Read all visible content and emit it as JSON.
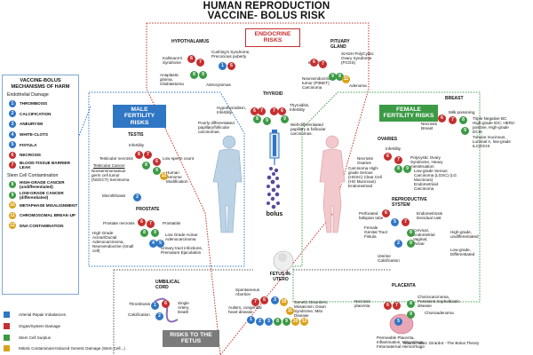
{
  "title_line1": "HUMAN REPRODUCTION",
  "title_line2": "VACCINE- BOLUS RISK",
  "colors": {
    "blue": "#2f76c4",
    "red": "#c4302f",
    "green": "#3c9a45",
    "gray": "#7b7b7b",
    "yellow": "#d9a21b",
    "orange": "#e2773a"
  },
  "legend": {
    "title": "VACCINE-BOLUS MECHANISMS OF HARM",
    "endothelial": "Endothelial Damage",
    "stem": "Stem Cell Contamination",
    "items": [
      {
        "n": "1",
        "label": "THROMBOSIS",
        "color": "blue"
      },
      {
        "n": "2",
        "label": "CALCIFICATION",
        "color": "blue"
      },
      {
        "n": "3",
        "label": "ANEURYSM",
        "color": "blue"
      },
      {
        "n": "4",
        "label": "WHITE-CLOTS",
        "color": "blue"
      },
      {
        "n": "5",
        "label": "FISTULA",
        "color": "blue"
      },
      {
        "n": "6",
        "label": "NECROSIS",
        "color": "red"
      },
      {
        "n": "7",
        "label": "BLOOD-TISSUE BARRIER LEAK",
        "color": "red"
      },
      {
        "n": "8",
        "label": "HIGH-GRADE CANCER (undifferentiated)",
        "color": "green"
      },
      {
        "n": "9",
        "label": "LOW-GRADE CANCER (differentiated)",
        "color": "green"
      },
      {
        "n": "10",
        "label": "METAPHASE MISALIGNMENT",
        "color": "yellow"
      },
      {
        "n": "11",
        "label": "CHROMOSOMAL BREAK-UP",
        "color": "yellow"
      },
      {
        "n": "12",
        "label": "DNA CONTAMINATION",
        "color": "yellow"
      }
    ]
  },
  "key": [
    {
      "label": "Arterial Repair Imbalances",
      "color": "blue"
    },
    {
      "label": "Organ/System Damage",
      "color": "red"
    },
    {
      "label": "Stem Cell Surplus",
      "color": "green"
    },
    {
      "label": "Mitotic Contaminant-Induced Genetic Damage (Stem Cell...)",
      "color": "yellow"
    }
  ],
  "sections": {
    "endocrine": "ENDOCRINE RISKS",
    "male": "MALE FERTILITY RISKS",
    "female": "FEMALE FERTILITY RISKS",
    "fetus": "RISKS TO THE FETUS"
  },
  "labels": {
    "hypothalamus": "HYPOTHALAMUS",
    "kallmann": "Kallmann's Syndrome",
    "cushing": "Cushing's Syndrome, Precocious puberty",
    "anaplastic": "Anaplastic glioma, Glioblastoma",
    "astrocytomas": "Astrocytomas",
    "pituitary": "PITUARY GLAND",
    "infertility": "Infertility",
    "siadh": "SIADH PolyCystic Ovary Syndrome (PCOS)",
    "neuroendocrine": "Neuroendocrine tumor (PitNET) Carcinoma",
    "adenoma": "Adenoma",
    "thyroid": "THYROID",
    "hypothyroidism": "Hypothyroidism, Infertility",
    "thyroiditis": "Thyroiditis, Infertility",
    "poorly_diff": "Poorly differentiated papillary/follicular carcinomas.",
    "well_diff": "Well-differentiated papillary & follicular carcinomas.",
    "testis": "TESTIS",
    "t_infertility": "Infertility",
    "testicular_necrosis": "Testicular necrosis",
    "low_sperm": "Low sperm count",
    "testicular_cancer": "Testicular Cancer",
    "nonseminoma": "Nonseminomatous germ cell tumor (NSGCT) Seminoma",
    "microlithiasis_t": "Microlithiasis",
    "human_genome": "Human Genome Modification",
    "microlithiasis": "Microlithiasis",
    "prostate": "PROSTATE",
    "prostate_necrosis": "Prostate necrosis",
    "prostatitis": "Prostatitis",
    "high_grade_acinar": "High Grade Acinar/Ductal Adenocarcinoma, Neuroendocrine (small cell)",
    "low_grade_acinar": "Low Grade Acinar Adenocarcinoma",
    "urinary": "Urinary tract infections, Premature Ejaculation",
    "breast": "BREAST",
    "milk_poisoning": "Milk poisoning,",
    "necrosis_breast": "Necrosis Breast",
    "triple_negative": "Triple Negative BC High-grade IDC, HER2-positive, High-grade DCIS",
    "tubular": "Tubular mucinous, Luminal A, low-grade ILC/DCIS",
    "ovaries": "OVARIES",
    "o_infertility": "Infertility",
    "ovaries_necrosis": "Necrosis Ovaries",
    "pcos": "Polycystic Ovary Syndrome, Heavy menstruation",
    "carcinoma_high": "Carcinoma High-grade Serous (HGSC) Clear Cell (HG Mucinous) Endometrioid",
    "carcinoma_low": "Low-grade Serous Carcinoma (LGSC) (LG Mucinous) Endometrioid Carcinoma",
    "reproductive": "REPRODUCTIVE SYSTEM",
    "perforated": "Perforated fallopian tube",
    "endometriosis": "Endometriosis Decidual cast",
    "female_genital": "Female Genital Tract Fistula",
    "cervical": "Cervical, Endometrial Vaginal, Vulvar",
    "high_grade_u": "High-grade, undifferentiated",
    "low_grade_d": "Low-grade, Differentiated",
    "uterine": "Uterine Calcification",
    "fetus": "FETUS IN-UTERO",
    "spontaneous": "Spontaneous Abortion",
    "genetic": "Genetic Disorders, Mosaicism, Down Syndrome, Mito Disease",
    "autism": "Autism, congenital heart disease",
    "umbilical": "UMBILICAL CORD",
    "thrombosis_u": "Thrombosis",
    "single_artery": "Single Artery, Death",
    "calcification_u": "Calcification",
    "placenta": "PLACENTA",
    "necrosis_placenta": "Necrosis placenta",
    "choriocarcinoma": "Choriocarcinoma, Persistent trophoblastic disease",
    "chorioadenoma": "Chorioadenoma",
    "permeable": "Permeable Placenta, Inflammation, Miscarriage, Fetomaternal Hemorrhage",
    "bolus": "bolus",
    "source": "Source: Marc Girardot - The Bolus Theory"
  }
}
